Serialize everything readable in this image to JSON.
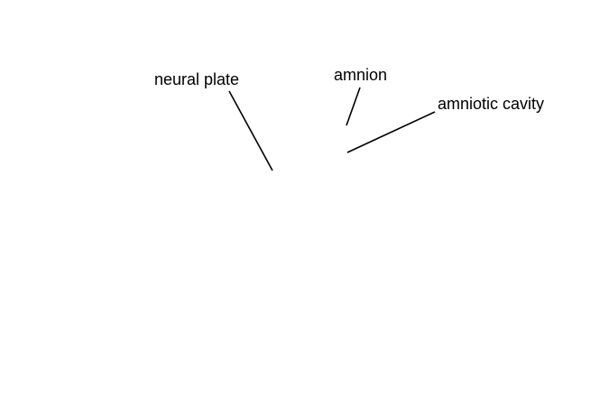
{
  "diagram": {
    "labels": {
      "neural_plate": "neural plate",
      "amnion": "amnion",
      "amniotic_cavity": "amniotic cavity"
    },
    "line_color": "#000000",
    "background_color": "#ffffff"
  }
}
